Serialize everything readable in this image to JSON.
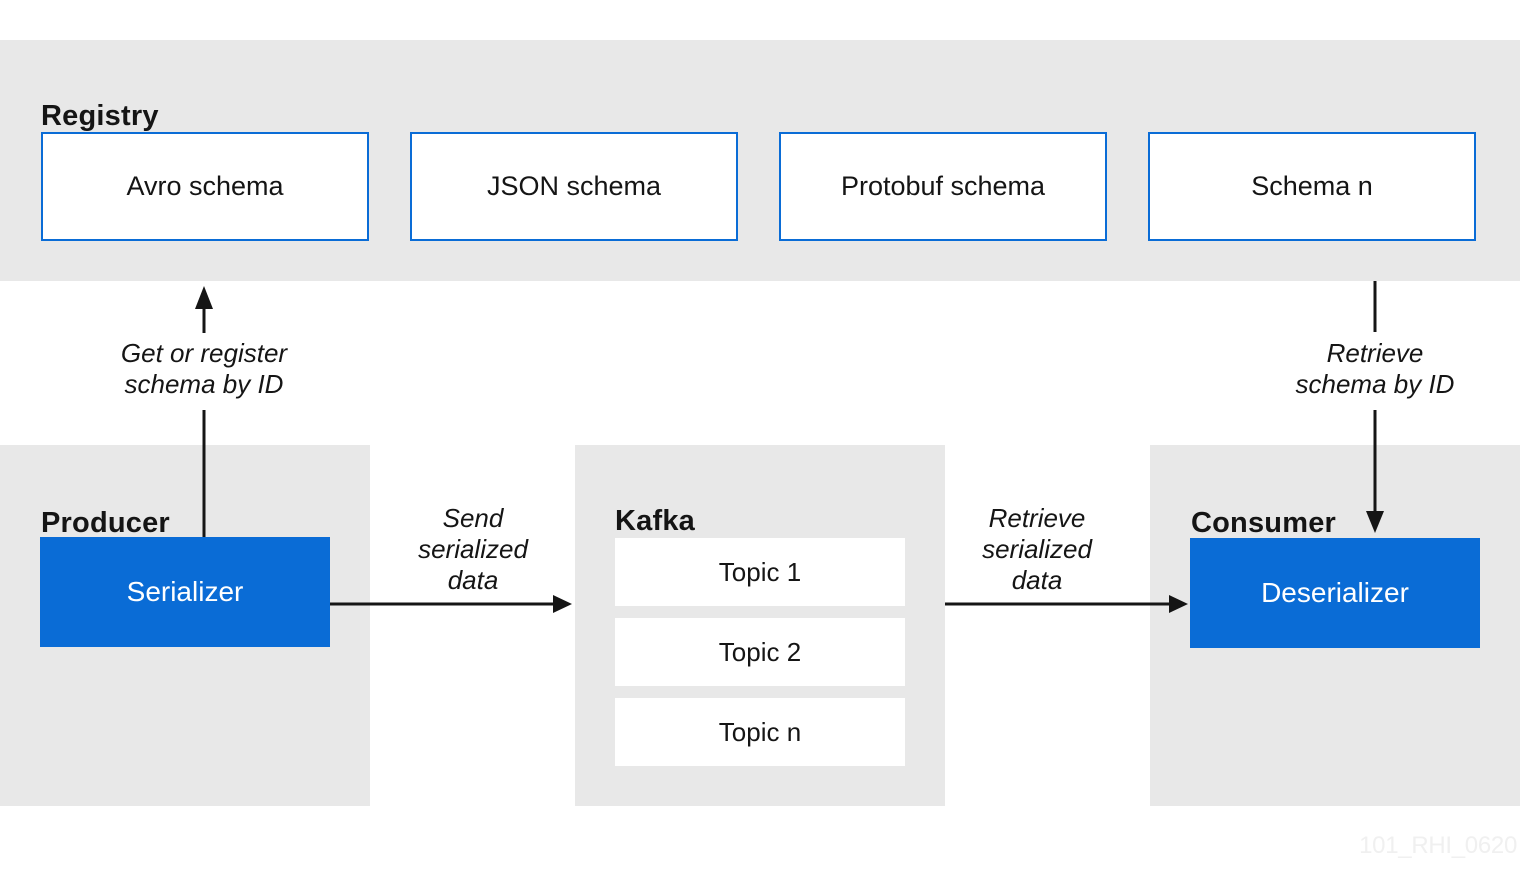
{
  "colors": {
    "accent_blue": "#0a6cd6",
    "panel_gray": "#e8e8e8",
    "line_ink": "#151515",
    "watermark_gray": "#f0f0f0"
  },
  "registry": {
    "title": "Registry",
    "schemas": [
      "Avro schema",
      "JSON schema",
      "Protobuf schema",
      "Schema n"
    ]
  },
  "producer": {
    "title": "Producer",
    "box": "Serializer"
  },
  "kafka": {
    "title": "Kafka",
    "topics": [
      "Topic 1",
      "Topic 2",
      "Topic n"
    ]
  },
  "consumer": {
    "title": "Consumer",
    "box": "Deserializer"
  },
  "annotations": {
    "get_register": "Get or register\nschema by ID",
    "send_data": "Send\nserialized\ndata",
    "retrieve_data": "Retrieve\nserialized\ndata",
    "retrieve_schema": "Retrieve\nschema by ID"
  },
  "watermark": "101_RHI_0620"
}
